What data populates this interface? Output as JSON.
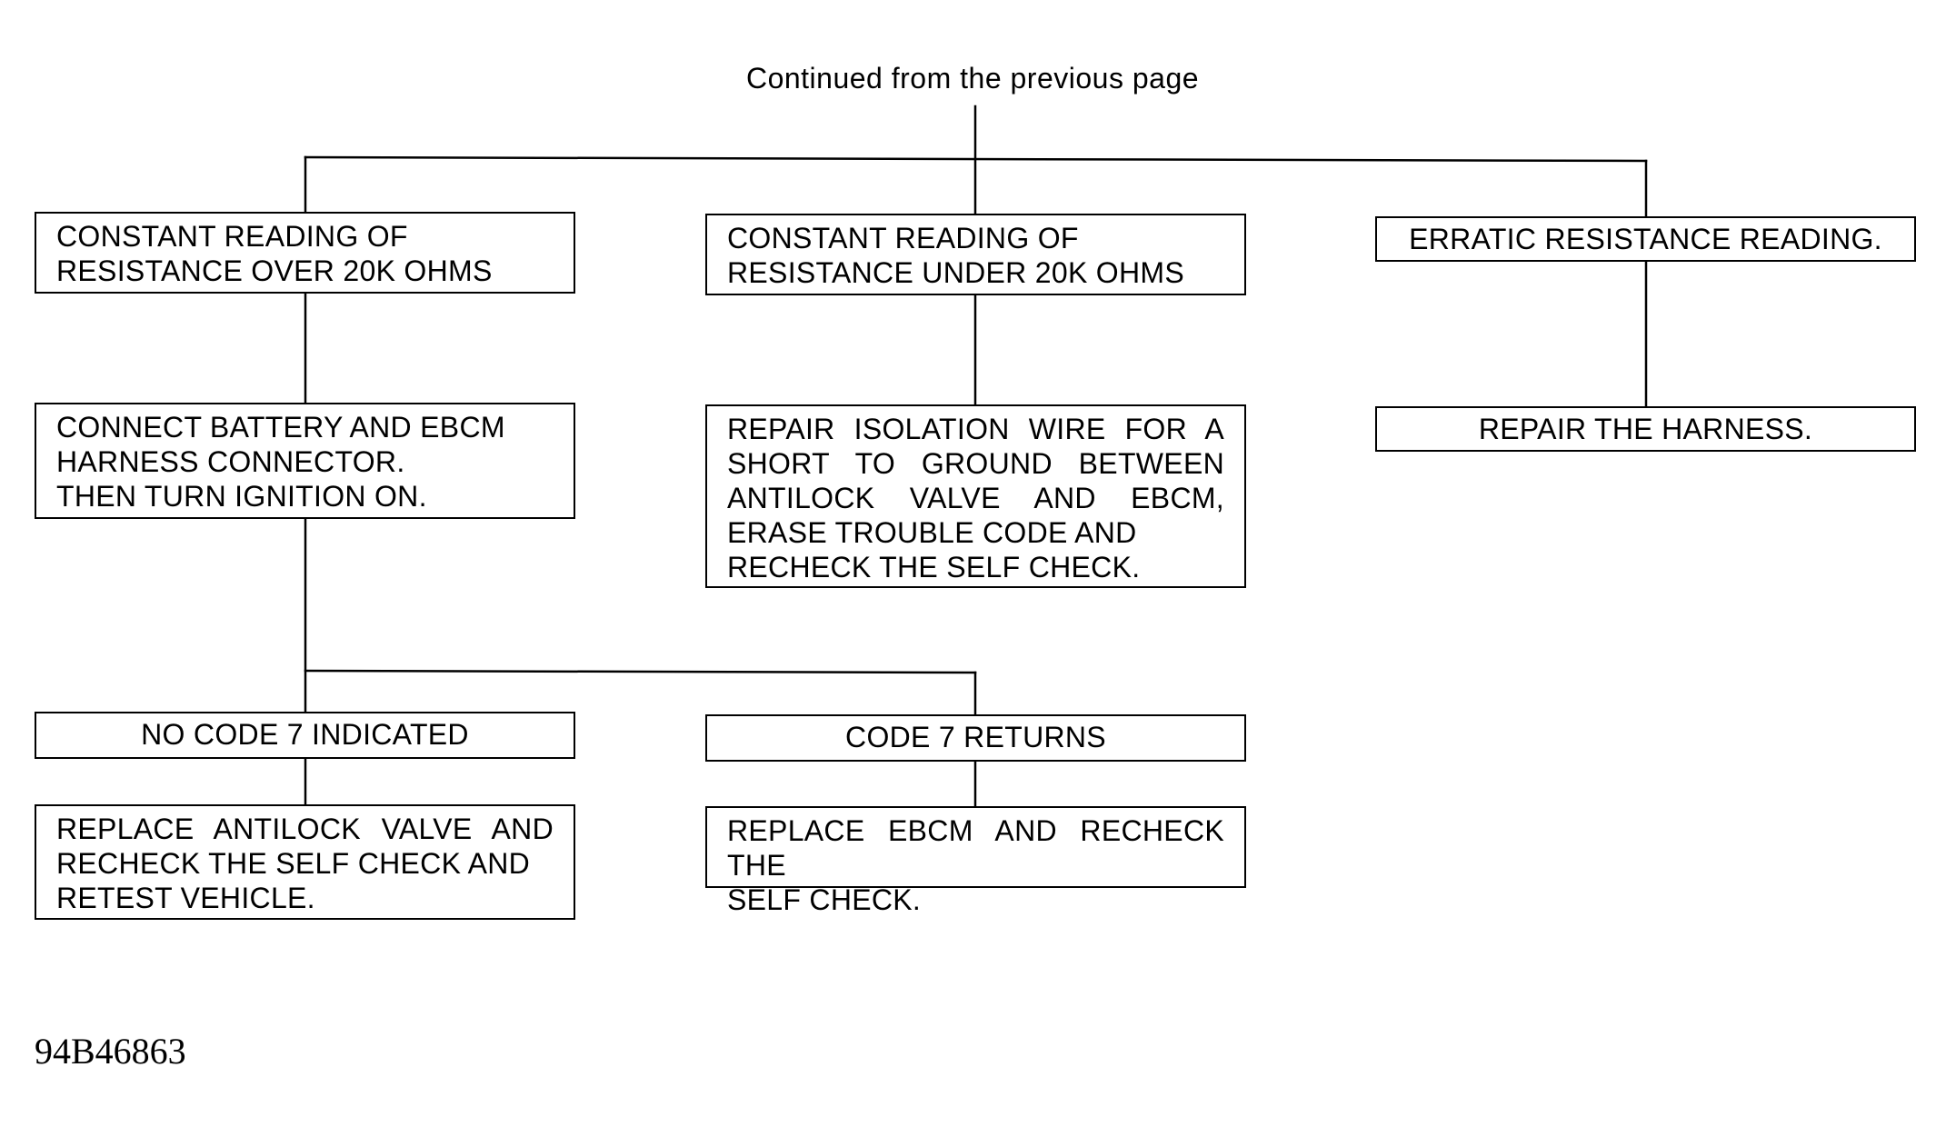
{
  "header": {
    "continued_text": "Continued from the previous page"
  },
  "boxes": {
    "over_20k": "CONSTANT READING OF\nRESISTANCE OVER 20K OHMS",
    "under_20k": "CONSTANT READING OF\nRESISTANCE UNDER 20K OHMS",
    "erratic": "ERRATIC RESISTANCE READING.",
    "connect_battery": "CONNECT BATTERY AND EBCM\nHARNESS CONNECTOR.\nTHEN TURN IGNITION ON.",
    "repair_isolation": "REPAIR ISOLATION WIRE FOR A SHORT TO GROUND BETWEEN ANTILOCK VALVE AND EBCM, ERASE TROUBLE CODE AND\nRECHECK THE SELF CHECK.",
    "repair_harness": "REPAIR THE HARNESS.",
    "no_code_7": "NO CODE 7 INDICATED",
    "code_7_returns": "CODE 7 RETURNS",
    "replace_antilock": "REPLACE ANTILOCK VALVE AND RECHECK THE SELF CHECK AND\nRETEST VEHICLE.",
    "replace_ebcm": "REPLACE EBCM AND RECHECK THE\nSELF CHECK."
  },
  "figure_id": "94B46863"
}
